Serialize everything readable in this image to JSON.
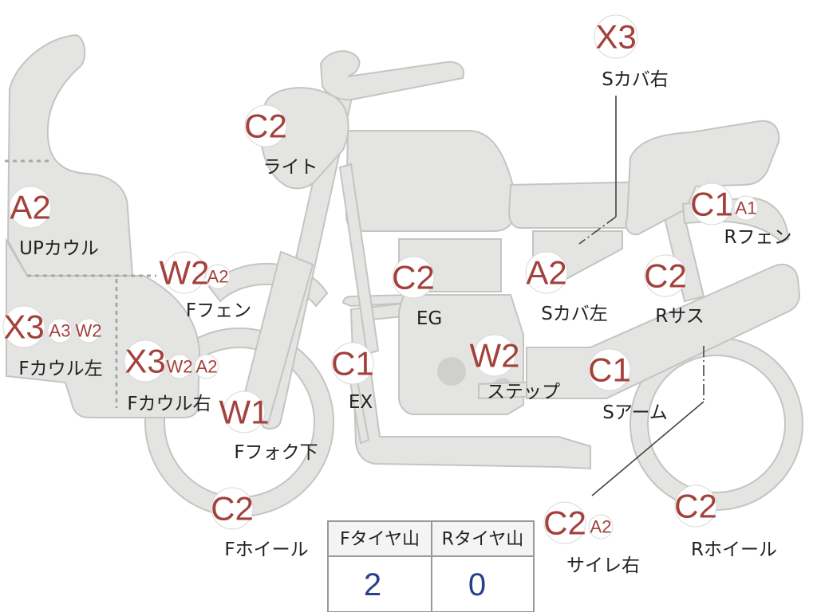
{
  "parts": {
    "sidecover_right": {
      "label": "Sカバ右",
      "codes": [
        "X3"
      ]
    },
    "light": {
      "label": "ライト",
      "codes": [
        "C2"
      ]
    },
    "upper_cowl": {
      "label": "UPカウル",
      "codes": [
        "A2"
      ]
    },
    "rear_fender": {
      "label": "Rフェン",
      "codes": [
        "C1",
        "A1"
      ]
    },
    "front_fender": {
      "label": "Fフェン",
      "codes": [
        "W2",
        "A2"
      ]
    },
    "engine": {
      "label": "EG",
      "codes": [
        "C2"
      ]
    },
    "sidecover_left": {
      "label": "Sカバ左",
      "codes": [
        "A2"
      ]
    },
    "rear_suspension": {
      "label": "Rサス",
      "codes": [
        "C2"
      ]
    },
    "front_cowl_left": {
      "label": "Fカウル左",
      "codes": [
        "X3",
        "A3",
        "W2"
      ]
    },
    "front_cowl_right": {
      "label": "Fカウル右",
      "codes": [
        "X3",
        "W2",
        "A2"
      ]
    },
    "exhaust": {
      "label": "EX",
      "codes": [
        "C1"
      ]
    },
    "step": {
      "label": "ステップ",
      "codes": [
        "W2"
      ]
    },
    "swing_arm": {
      "label": "Sアーム",
      "codes": [
        "C1"
      ]
    },
    "front_fork_lower": {
      "label": "Fフォク下",
      "codes": [
        "W1"
      ]
    },
    "front_wheel": {
      "label": "Fホイール",
      "codes": [
        "C2"
      ]
    },
    "silencer_right": {
      "label": "サイレ右",
      "codes": [
        "C2",
        "A2"
      ]
    },
    "rear_wheel": {
      "label": "Rホイール",
      "codes": [
        "C2"
      ]
    }
  },
  "tire_table": {
    "headers": [
      "Fタイヤ山",
      "Rタイヤ山"
    ],
    "values": [
      "2",
      "0"
    ]
  },
  "colors": {
    "code_text": "#a3413c",
    "tire_value_text": "#2a3f8c",
    "bike_fill": "#e4e4e2"
  }
}
